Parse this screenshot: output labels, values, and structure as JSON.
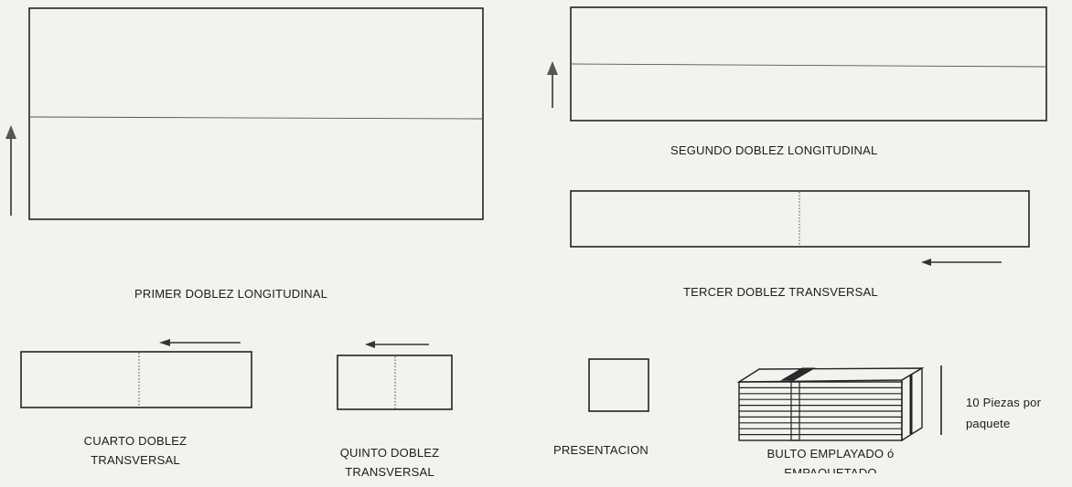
{
  "labels": {
    "primer": "PRIMER  DOBLEZ  LONGITUDINAL",
    "segundo": "SEGUNDO DOBLEZ LONGITUDINAL",
    "tercer": "TERCER DOBLEZ TRANSVERSAL",
    "cuarto_1": "CUARTO DOBLEZ",
    "cuarto_2": "TRANSVERSAL",
    "quinto_1": "QUINTO DOBLEZ",
    "quinto_2": "TRANSVERSAL",
    "presentacion": "PRESENTACION",
    "bulto_1": "BULTO EMPLAYADO ó",
    "bulto_2": "EMPAQUETADO",
    "piezas_1": "10 Piezas por",
    "piezas_2": "paquete"
  },
  "colors": {
    "ink": "#222222",
    "paper": "#f4f2ee",
    "arrow": "#333333"
  }
}
